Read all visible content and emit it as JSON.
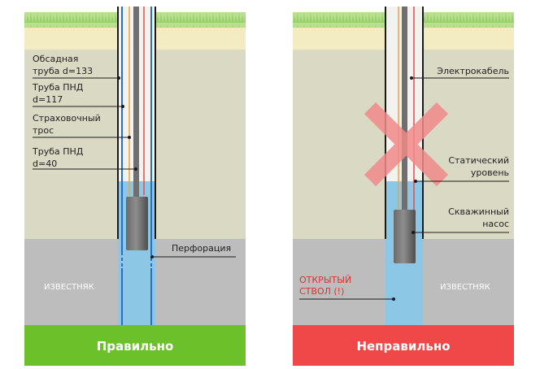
{
  "left": {
    "labels": {
      "casing_line1": "Обсадная",
      "casing_line2": "труба d=133",
      "pnd117_line1": "Труба ПНД",
      "pnd117_line2": "d=117",
      "rope_line1": "Страховочный",
      "rope_line2": "трос",
      "pnd40_line1": "Труба ПНД",
      "pnd40_line2": "d=40",
      "perforation": "Перфорация",
      "limestone": "ИЗВЕСТНЯК"
    },
    "footer": "Правильно",
    "footer_color": "#6cc12b"
  },
  "right": {
    "labels": {
      "cable": "Электрокабель",
      "static_line1": "Статический",
      "static_line2": "уровень",
      "pump_line1": "Скважинный",
      "pump_line2": "насос",
      "open_line1": "ОТКРЫТЫЙ",
      "open_line2": "СТВОЛ (!)",
      "limestone": "ИЗВЕСТНЯК"
    },
    "footer": "Неправильно",
    "footer_color": "#f04848"
  },
  "colors": {
    "grass": "#a8d97f",
    "sand": "#f3ecc3",
    "soil": "#d9d9c4",
    "limestone": "#bdbdbd",
    "water": "#8cc7e5",
    "casing": "#2b6ec9",
    "rope": "#f2a23c",
    "cable_red": "#e84b4b",
    "open_text": "#e03030",
    "cross": "#f08a8a"
  }
}
